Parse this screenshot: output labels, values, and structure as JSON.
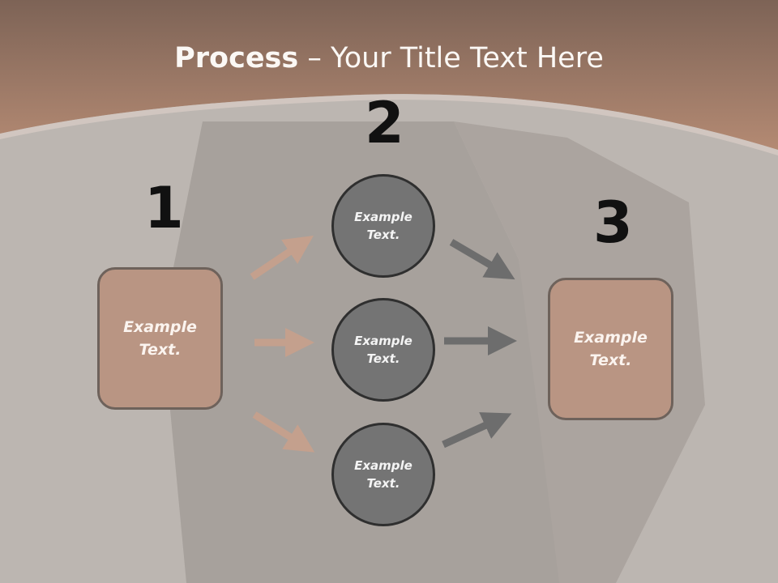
{
  "title": {
    "bold": "Process",
    "rest": " – Your Title Text Here"
  },
  "steps": {
    "one": "1",
    "two": "2",
    "three": "3"
  },
  "left_box": {
    "line1": "Example",
    "line2": "Text."
  },
  "circles": [
    {
      "line1": "Example",
      "line2": "Text."
    },
    {
      "line1": "Example",
      "line2": "Text."
    },
    {
      "line1": "Example",
      "line2": "Text."
    }
  ],
  "right_box": {
    "line1": "Example",
    "line2": "Text."
  },
  "colors": {
    "accent": "#b99583",
    "circle": "#747474",
    "header": "#9f7d69",
    "arrow_left": "#c4a08d",
    "arrow_right": "#6d6d6d"
  }
}
